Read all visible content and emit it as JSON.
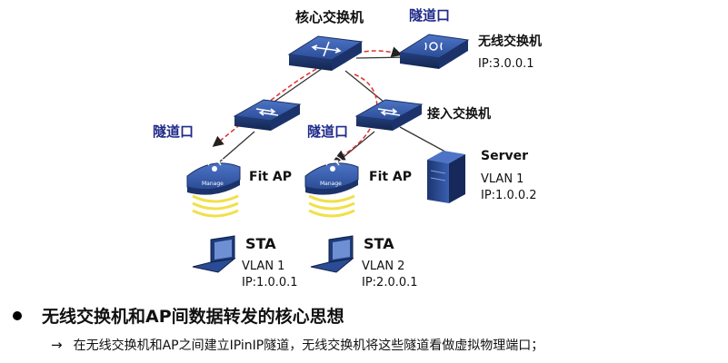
{
  "labels": {
    "core_switch": "核心交换机",
    "tunnel_top": "隧道口",
    "wireless_switch": "无线交换机",
    "wireless_ip": "IP:3.0.0.1",
    "access_switch": "接入交换机",
    "tunnel_left": "隧道口",
    "tunnel_mid": "隧道口",
    "fit_ap_left": "Fit AP",
    "fit_ap_right": "Fit AP",
    "server": "Server",
    "server_vlan": "VLAN 1",
    "server_ip": "IP:1.0.0.2",
    "sta_left": "STA",
    "sta_left_vlan": "VLAN 1",
    "sta_left_ip": "IP:1.0.0.1",
    "sta_right": "STA",
    "sta_right_vlan": "VLAN 2",
    "sta_right_ip": "IP:2.0.0.1",
    "ap_manage_left": "Manage",
    "ap_manage_right": "Manage"
  },
  "bullet": {
    "title": "无线交换机和AP间数据转发的核心思想",
    "sub": "在无线交换机和AP之间建立IPinIP隧道，无线交换机将这些隧道看做虚拟物理端口；",
    "arrow": "→"
  },
  "colors": {
    "tunnel_label": "#1f2a8a",
    "tunnel_arrow": "#e0302a",
    "device_blue": "#2c4f9c",
    "wave": "#f1e04a"
  }
}
